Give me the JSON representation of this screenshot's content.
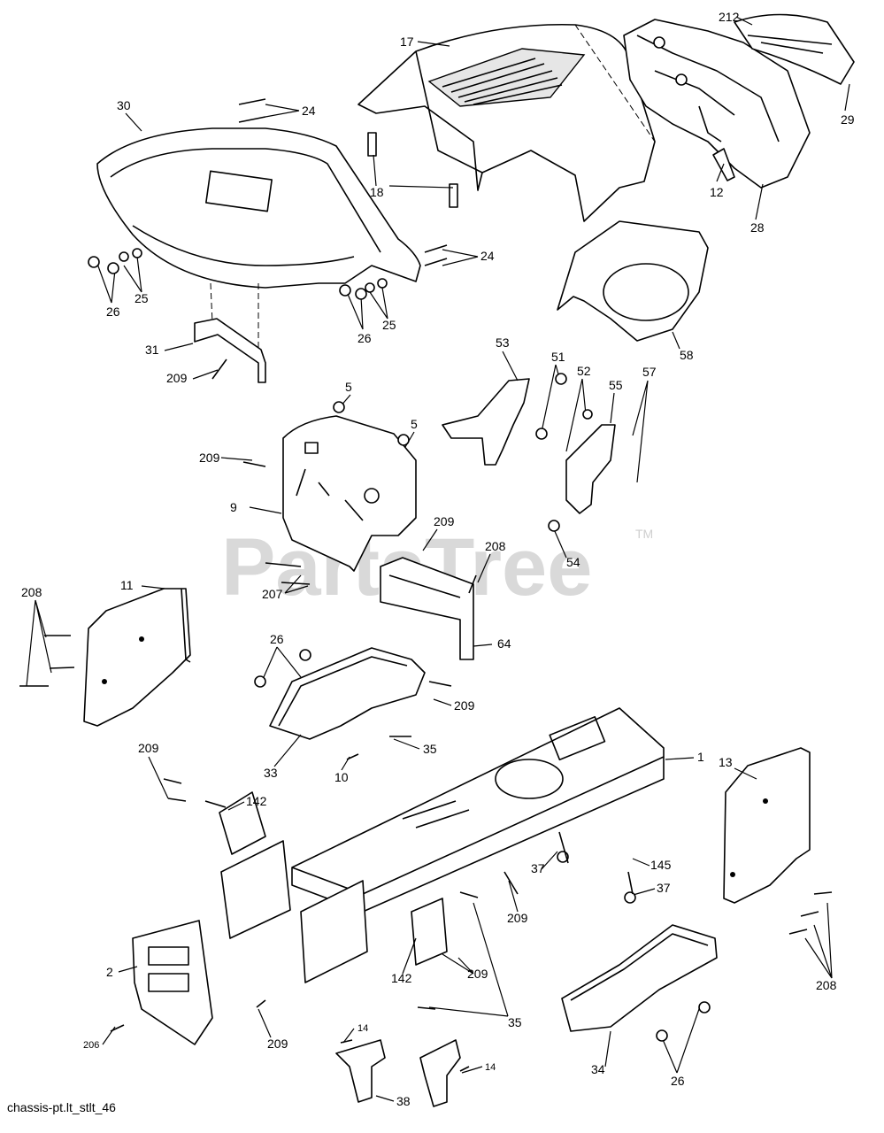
{
  "watermark": {
    "text": "PartsTree",
    "trademark": "TM"
  },
  "caption": "chassis-pt.lt_stlt_46",
  "callouts": [
    "17",
    "212",
    "30",
    "24",
    "29",
    "18",
    "12",
    "28",
    "24",
    "26",
    "25",
    "26",
    "25",
    "31",
    "209",
    "58",
    "53",
    "51",
    "52",
    "55",
    "57",
    "5",
    "5",
    "209",
    "9",
    "54",
    "209",
    "208",
    "207",
    "11",
    "208",
    "64",
    "26",
    "209",
    "35",
    "33",
    "10",
    "1",
    "13",
    "209",
    "142",
    "37",
    "145",
    "37",
    "209",
    "2",
    "142",
    "209",
    "208",
    "35",
    "209",
    "206",
    "14",
    "14",
    "34",
    "26",
    "38"
  ]
}
